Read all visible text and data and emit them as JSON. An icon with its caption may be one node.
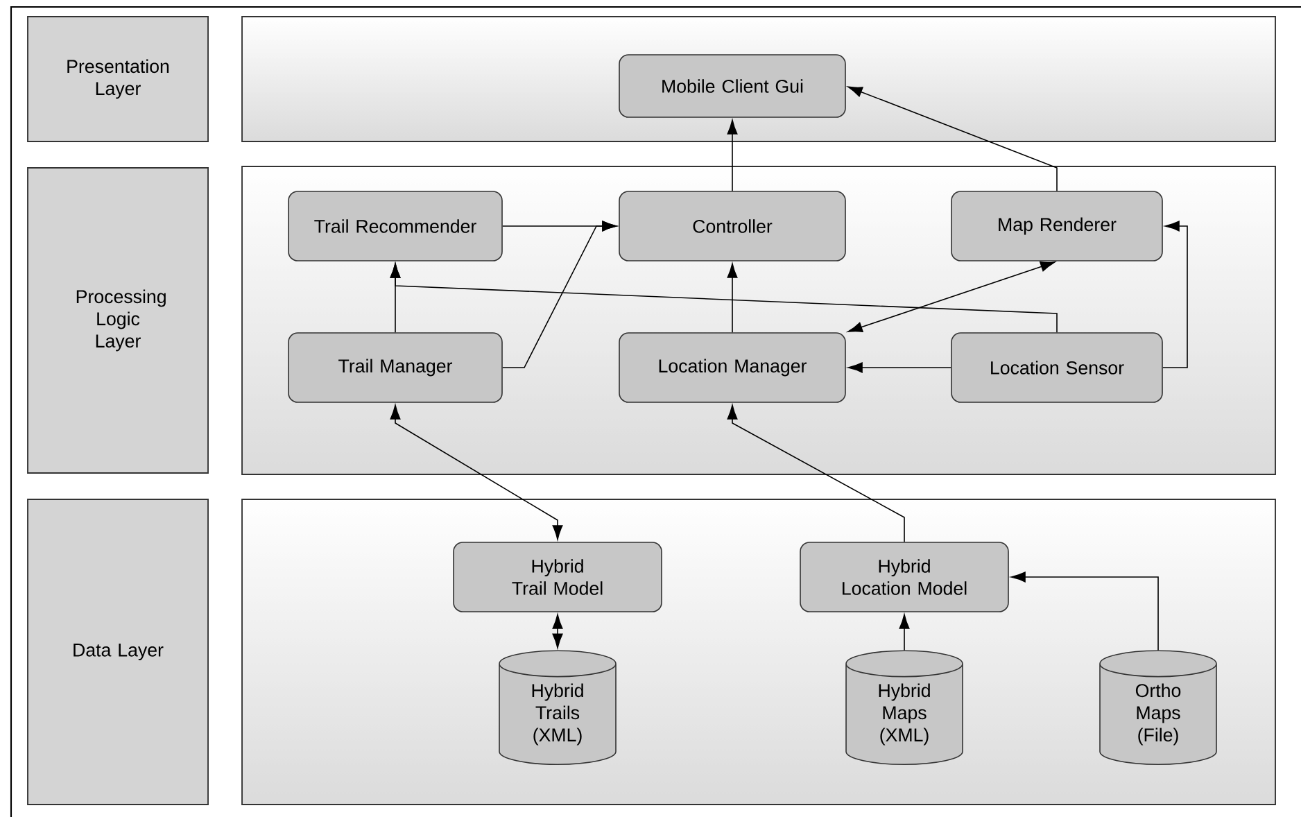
{
  "diagram": {
    "nodes": [
      {
        "text": [
          "Presentation Layer"
        ]
      },
      {
        "text": [],
        "shape": "box"
      },
      {
        "text": [
          "Mobile Client Gui"
        ],
        "in": 1
      },
      {
        "text": [
          "Processing Logic Layer"
        ]
      },
      {
        "text": [],
        "shape": "box"
      },
      {
        "text": [
          "Trail Recommender"
        ],
        "in": 4
      },
      {
        "text": [
          "Controller"
        ],
        "in": 4
      },
      {
        "text": [
          "Map Renderer"
        ],
        "in": 4
      },
      {
        "text": [
          "Trail Manager"
        ],
        "in": 4
      },
      {
        "text": [
          "Location Manager"
        ],
        "in": 4
      },
      {
        "text": [
          "Location Sensor"
        ],
        "in": 4
      },
      {
        "text": [
          "Data Layer"
        ]
      },
      {
        "text": [],
        "shape": "box"
      },
      {
        "text": [
          "Hybrid Trail Model"
        ],
        "in": 12
      },
      {
        "text": [
          "Hybrid Location Model"
        ],
        "in": 12
      },
      {
        "text": [
          "Hybrid Trails (XML)"
        ],
        "in": 12
      },
      {
        "text": [
          "Hybrid Maps (XML)"
        ],
        "in": 12
      },
      {
        "text": [
          "Ortho Maps (File)"
        ],
        "in": 12
      }
    ],
    "edges": [
      {
        "from": 6,
        "to": 2,
        "arrow": "to"
      },
      {
        "from": 7,
        "to": 2,
        "arrow": "to"
      },
      {
        "from": 5,
        "to": 6,
        "arrow": "to"
      },
      {
        "from": 8,
        "to": 6,
        "arrow": "to"
      },
      {
        "from": 8,
        "to": 5,
        "arrow": "to"
      },
      {
        "from": 10,
        "to": 5,
        "arrow": "to"
      },
      {
        "from": 9,
        "to": 6,
        "arrow": "to"
      },
      {
        "from": 10,
        "to": 9,
        "arrow": "to"
      },
      {
        "from": 9,
        "to": 7,
        "arrow": "both"
      },
      {
        "from": 10,
        "to": 7,
        "arrow": "to"
      },
      {
        "from": 13,
        "to": 8,
        "arrow": "both"
      },
      {
        "from": 14,
        "to": 9,
        "arrow": "to"
      },
      {
        "from": 15,
        "to": 13,
        "arrow": "both"
      },
      {
        "from": 16,
        "to": 14,
        "arrow": "to"
      },
      {
        "from": 17,
        "to": 14,
        "arrow": "to"
      }
    ]
  }
}
